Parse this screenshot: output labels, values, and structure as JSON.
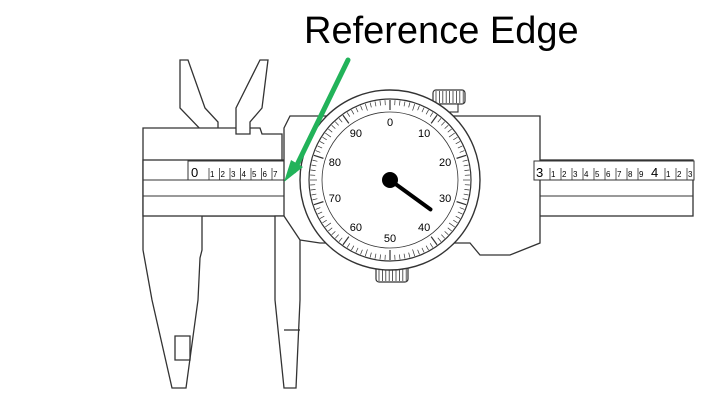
{
  "callout": {
    "label": "Reference Edge"
  },
  "colors": {
    "arrow": "#22b35a",
    "outline": "#333333",
    "body_fill": "#ffffff",
    "needle": "#000000"
  },
  "dial": {
    "labels": [
      "0",
      "10",
      "20",
      "30",
      "40",
      "50",
      "60",
      "70",
      "80",
      "90"
    ],
    "needle_reading": 35
  },
  "main_scale": {
    "left": {
      "major": "0",
      "minors": [
        "1",
        "2",
        "3",
        "4",
        "5",
        "6",
        "7"
      ]
    },
    "right_a": {
      "major": "3",
      "minors": [
        "1",
        "2",
        "3",
        "4",
        "5",
        "6",
        "7",
        "8",
        "9"
      ]
    },
    "right_b": {
      "major": "4",
      "minors": [
        "1",
        "2",
        "3"
      ]
    }
  },
  "icons": {
    "arrow": "arrow-pointer-icon",
    "top_knob": "adjust-knob-icon",
    "bottom_knob": "thumb-roller-icon"
  }
}
